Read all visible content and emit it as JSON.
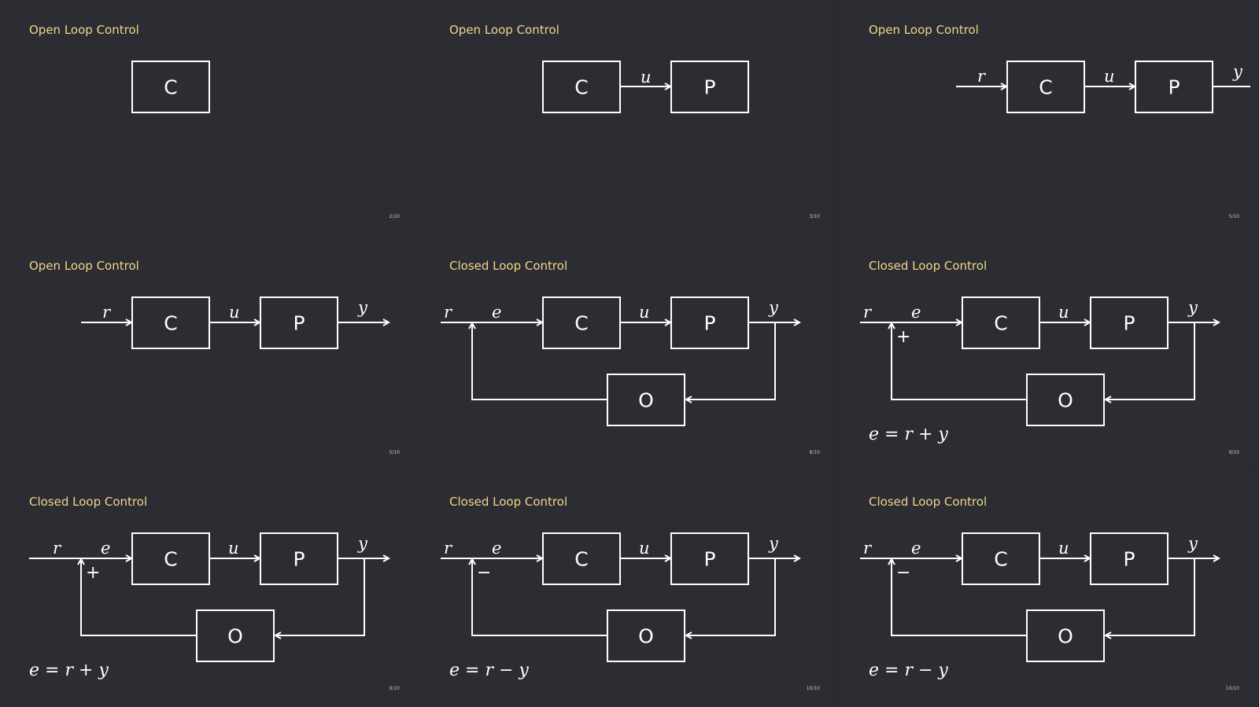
{
  "slides": [
    {
      "title": "Open Loop Control",
      "page": "2/10",
      "variant": "c",
      "equation": ""
    },
    {
      "title": "Open Loop Control",
      "page": "3/10",
      "variant": "cp",
      "equation": ""
    },
    {
      "title": "Open Loop Control",
      "page": "5/10",
      "variant": "open",
      "equation": ""
    },
    {
      "title": "Open Loop Control",
      "page": "5/10",
      "variant": "open",
      "equation": ""
    },
    {
      "title": "Closed Loop Control",
      "page": "8/10",
      "variant": "closed",
      "sign": "",
      "equation": ""
    },
    {
      "title": "Closed Loop Control",
      "page": "9/10",
      "variant": "closed",
      "sign": "+",
      "equation": "e = r + y"
    },
    {
      "title": "Closed Loop Control",
      "page": "9/10",
      "variant": "closed",
      "sign": "+",
      "equation": "e = r + y"
    },
    {
      "title": "Closed Loop Control",
      "page": "10/10",
      "variant": "closed",
      "sign": "−",
      "equation": "e = r − y"
    },
    {
      "title": "Closed Loop Control",
      "page": "10/10",
      "variant": "closed",
      "sign": "−",
      "equation": "e = r − y"
    }
  ],
  "blocks": {
    "controller": "C",
    "plant": "P",
    "observer": "O"
  },
  "signals": {
    "reference": "r",
    "error": "e",
    "control": "u",
    "output": "y"
  },
  "colors": {
    "background": "#2b2d33",
    "title": "#f0d58a",
    "stroke": "#ffffff"
  }
}
